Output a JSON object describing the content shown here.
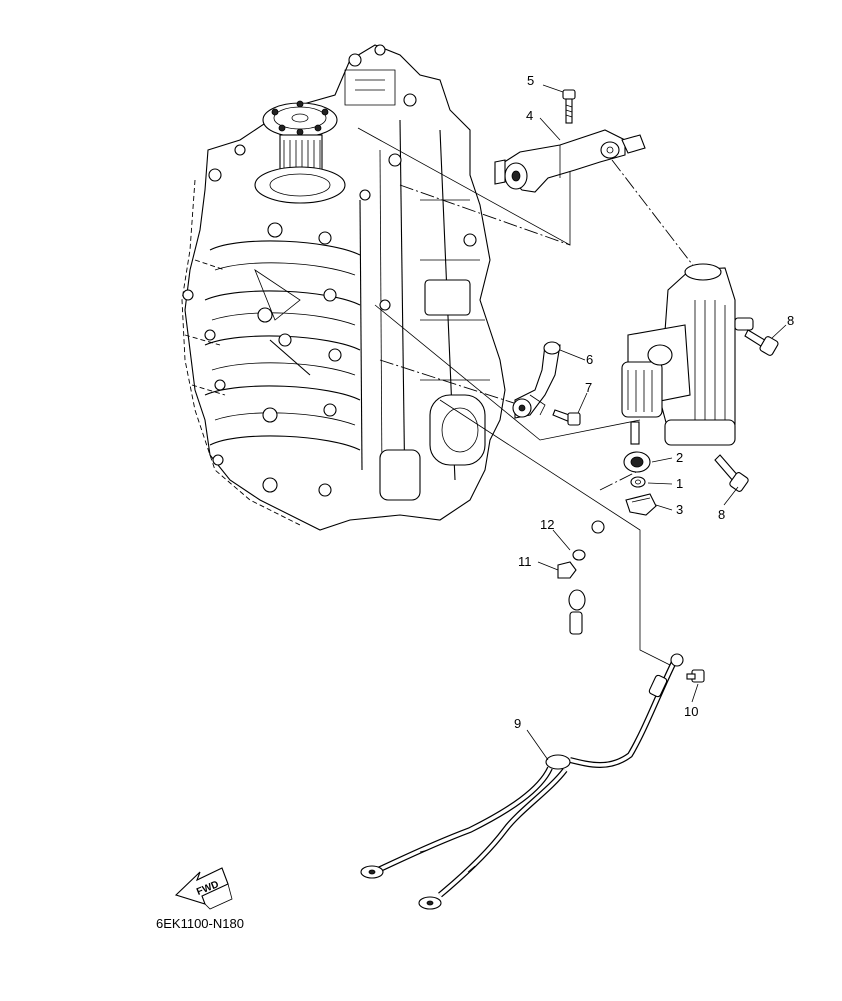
{
  "diagram": {
    "reference_code": "6EK1100-N180",
    "fwd_label": "FWD",
    "callouts": [
      {
        "id": "c1",
        "label": "1"
      },
      {
        "id": "c2",
        "label": "2"
      },
      {
        "id": "c3",
        "label": "3"
      },
      {
        "id": "c4",
        "label": "4"
      },
      {
        "id": "c5",
        "label": "5"
      },
      {
        "id": "c6",
        "label": "6"
      },
      {
        "id": "c7",
        "label": "7"
      },
      {
        "id": "c8a",
        "label": "8"
      },
      {
        "id": "c8b",
        "label": "8"
      },
      {
        "id": "c9",
        "label": "9"
      },
      {
        "id": "c10",
        "label": "10"
      },
      {
        "id": "c11",
        "label": "11"
      },
      {
        "id": "c12",
        "label": "12"
      }
    ]
  }
}
